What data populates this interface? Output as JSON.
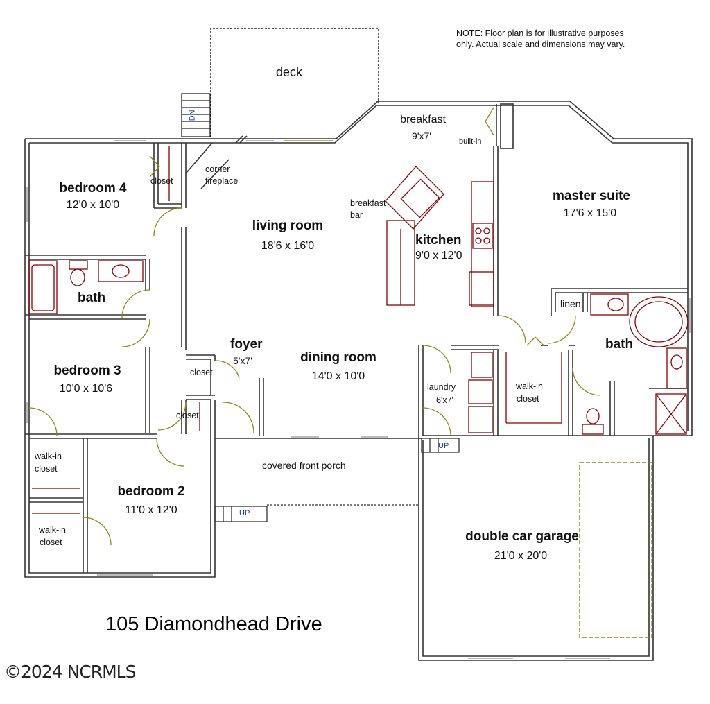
{
  "note": "NOTE: Floor plan is for illustrative purposes only. Actual scale and dimensions may vary.",
  "address": "105 Diamondhead Drive",
  "watermark": "©2024 NCRMLS",
  "rooms": {
    "deck": "deck",
    "breakfast": {
      "name": "breakfast",
      "dims": "9'x7'"
    },
    "built_in": "built-in",
    "corner_fireplace": {
      "line1": "corner",
      "line2": "fireplace"
    },
    "bedroom4": {
      "name": "bedroom 4",
      "dims": "12'0 x 10'0"
    },
    "closet": "closet",
    "living_room": {
      "name": "living room",
      "dims": "18'6 x 16'0"
    },
    "breakfast_bar": {
      "line1": "breakfast",
      "line2": "bar"
    },
    "kitchen": {
      "name": "kitchen",
      "dims": "9'0 x 12'0"
    },
    "master_suite": {
      "name": "master suite",
      "dims": "17'6 x 15'0"
    },
    "bath": "bath",
    "linen": "linen",
    "foyer": {
      "name": "foyer",
      "dims": "5'x7'"
    },
    "dining_room": {
      "name": "dining room",
      "dims": "14'0 x 10'0"
    },
    "bedroom3": {
      "name": "bedroom 3",
      "dims": "10'0 x 10'6"
    },
    "laundry": {
      "name": "laundry",
      "dims": "6'x7'"
    },
    "walk_in_closet": {
      "line1": "walk-in",
      "line2": "closet"
    },
    "covered_porch": "covered front porch",
    "bedroom2": {
      "name": "bedroom 2",
      "dims": "11'0 x 12'0"
    },
    "garage": {
      "name": "double car garage",
      "dims": "21'0 x 20'0"
    },
    "stair_up": "UP",
    "stair_dn": "DN"
  }
}
